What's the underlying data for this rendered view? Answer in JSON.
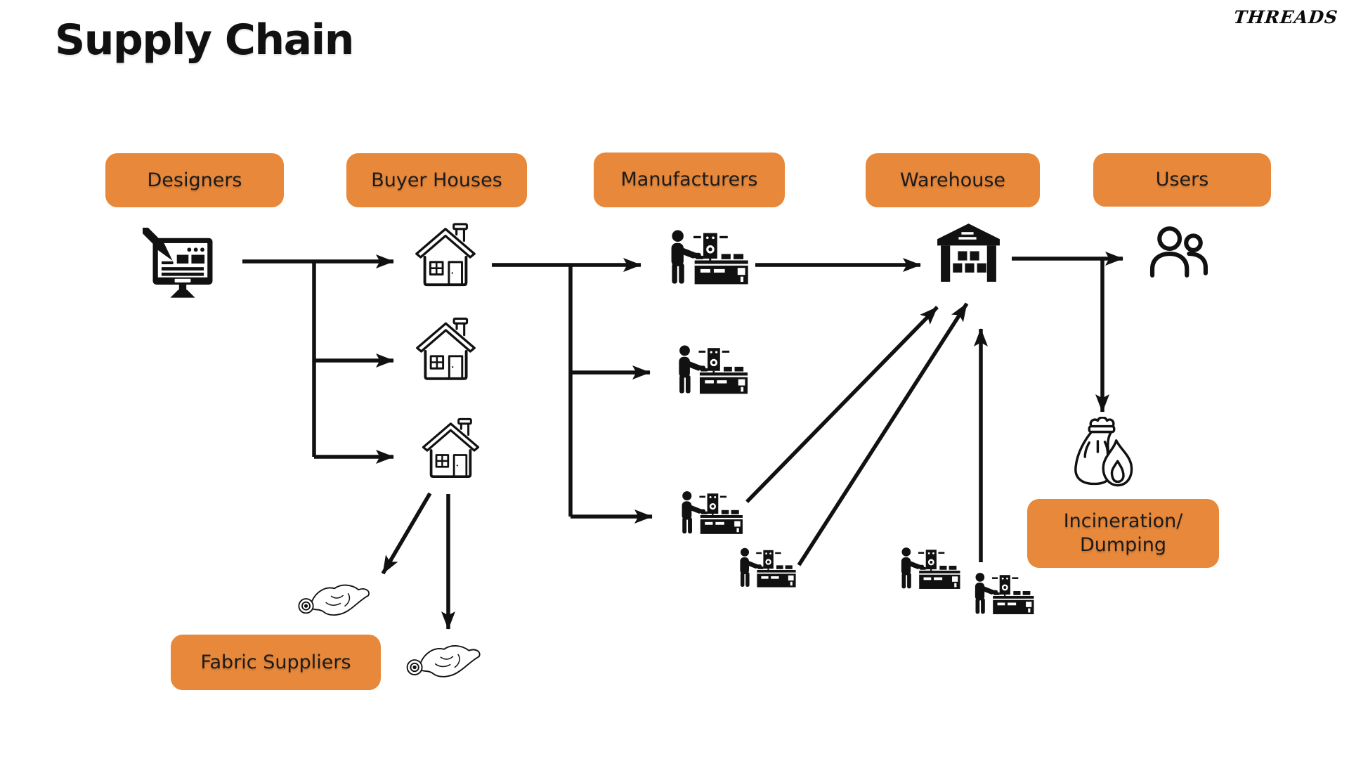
{
  "title": "Supply Chain",
  "brand": "THREADS",
  "stages": {
    "designers": "Designers",
    "buyer_houses": "Buyer Houses",
    "manufacturers": "Manufacturers",
    "warehouse": "Warehouse",
    "users": "Users",
    "fabric_suppliers": "Fabric Suppliers",
    "incineration_line1": "Incineration/",
    "incineration_line2": "Dumping"
  },
  "colors": {
    "accent_orange": "#E8883B",
    "ink": "#111111",
    "background": "#FFFFFF"
  },
  "icons": {
    "designers": "design-monitor-pen-icon",
    "buyer_houses": "house-icon",
    "manufacturers": "sewing-workstation-icon",
    "warehouse": "warehouse-building-icon",
    "users": "people-icon",
    "fabric_suppliers": "fabric-roll-icon",
    "incineration": "trash-bag-fire-icon"
  }
}
